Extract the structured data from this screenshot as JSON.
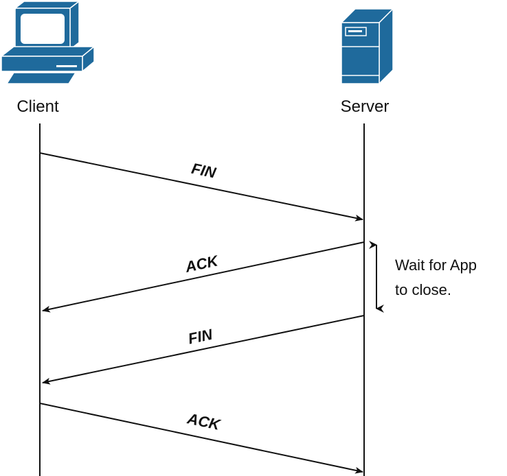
{
  "nodes": {
    "client": "Client",
    "server": "Server"
  },
  "messages": [
    {
      "label": "FIN",
      "from": "client",
      "to": "server"
    },
    {
      "label": "ACK",
      "from": "server",
      "to": "client"
    },
    {
      "label": "FIN",
      "from": "server",
      "to": "client"
    },
    {
      "label": "ACK",
      "from": "client",
      "to": "server"
    }
  ],
  "annotation": {
    "line1": "Wait for App",
    "line2": "to close."
  },
  "colors": {
    "icon": "#1f6a9c",
    "line": "#111111"
  },
  "icons": {
    "client": "desktop-computer-icon",
    "server": "server-tower-icon"
  }
}
